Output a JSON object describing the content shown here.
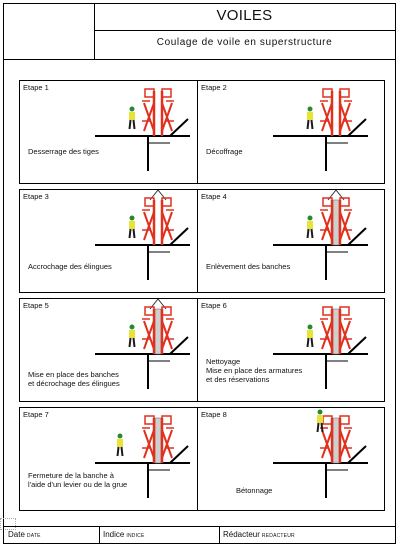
{
  "header": {
    "title": "VOILES",
    "subtitle": "Coulage de voile en superstructure"
  },
  "steps": [
    {
      "label": "Etape 1",
      "desc": "Desserrage des tiges"
    },
    {
      "label": "Etape 2",
      "desc": "Décoffrage"
    },
    {
      "label": "Etape 3",
      "desc": "Accrochage des élingues"
    },
    {
      "label": "Etape 4",
      "desc": "Enlèvement des banches"
    },
    {
      "label": "Etape 5",
      "desc": "Mise en place des banches\net décrochage des élingues"
    },
    {
      "label": "Etape 6",
      "desc": "Nettoyage\nMise en place des armatures\net des réservations"
    },
    {
      "label": "Etape 7",
      "desc": "Fermeture de la banche à\nl'aide d'un levier ou de la grue"
    },
    {
      "label": "Etape 8",
      "desc": "Bétonnage"
    }
  ],
  "footer": {
    "date_label": "Date",
    "date_value": "DATE",
    "indice_label": "Indice",
    "indice_value": "INDICE",
    "redacteur_label": "Rédacteur",
    "redacteur_value": "REDACTEUR"
  },
  "colors": {
    "formwork": "#e0301e",
    "worker_body": "#1b1b1b",
    "worker_vest": "#e8e337",
    "worker_helmet": "#2a8a2a",
    "slab": "#000000"
  }
}
